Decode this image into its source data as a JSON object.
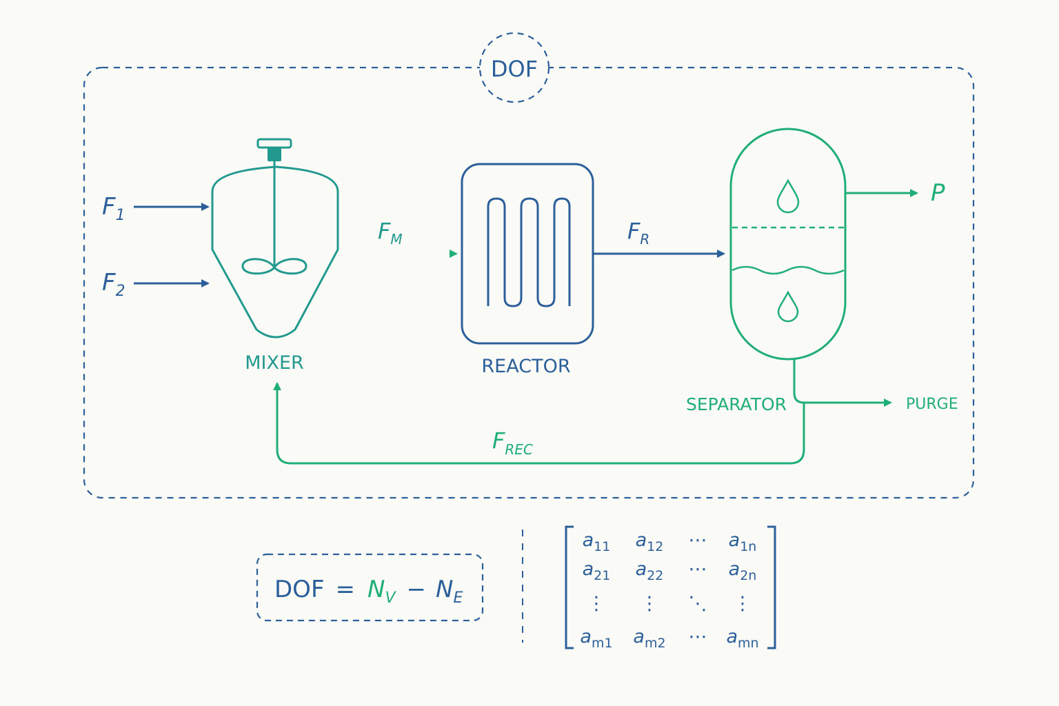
{
  "colors": {
    "blue": "#2b5f9a",
    "green": "#1fae78",
    "teal": "#22998f",
    "background": "#fafaf6"
  },
  "boundary": {
    "label": "DOF"
  },
  "streams": {
    "f1": {
      "main": "F",
      "sub": "1"
    },
    "f2": {
      "main": "F",
      "sub": "2"
    },
    "fm": {
      "main": "F",
      "sub": "M"
    },
    "fr": {
      "main": "F",
      "sub": "R"
    },
    "frec": {
      "main": "F",
      "sub": "REC"
    },
    "product": "P",
    "purge": "PURGE"
  },
  "units": {
    "mixer": "MIXER",
    "reactor": "REACTOR",
    "separator": "SEPARATOR"
  },
  "equation": {
    "lhs": "DOF",
    "eq": "=",
    "nv_main": "N",
    "nv_sub": "V",
    "minus": "−",
    "ne_main": "N",
    "ne_sub": "E"
  },
  "matrix": {
    "rows": [
      [
        {
          "m": "a",
          "s": "11"
        },
        {
          "m": "a",
          "s": "12"
        },
        {
          "m": "⋯",
          "s": ""
        },
        {
          "m": "a",
          "s": "1n"
        }
      ],
      [
        {
          "m": "a",
          "s": "21"
        },
        {
          "m": "a",
          "s": "22"
        },
        {
          "m": "⋯",
          "s": ""
        },
        {
          "m": "a",
          "s": "2n"
        }
      ],
      [
        {
          "m": "⋮",
          "s": ""
        },
        {
          "m": "⋮",
          "s": ""
        },
        {
          "m": "⋱",
          "s": ""
        },
        {
          "m": "⋮",
          "s": ""
        }
      ],
      [
        {
          "m": "a",
          "s": "m1"
        },
        {
          "m": "a",
          "s": "m2"
        },
        {
          "m": "⋯",
          "s": ""
        },
        {
          "m": "a",
          "s": "mn"
        }
      ]
    ]
  }
}
